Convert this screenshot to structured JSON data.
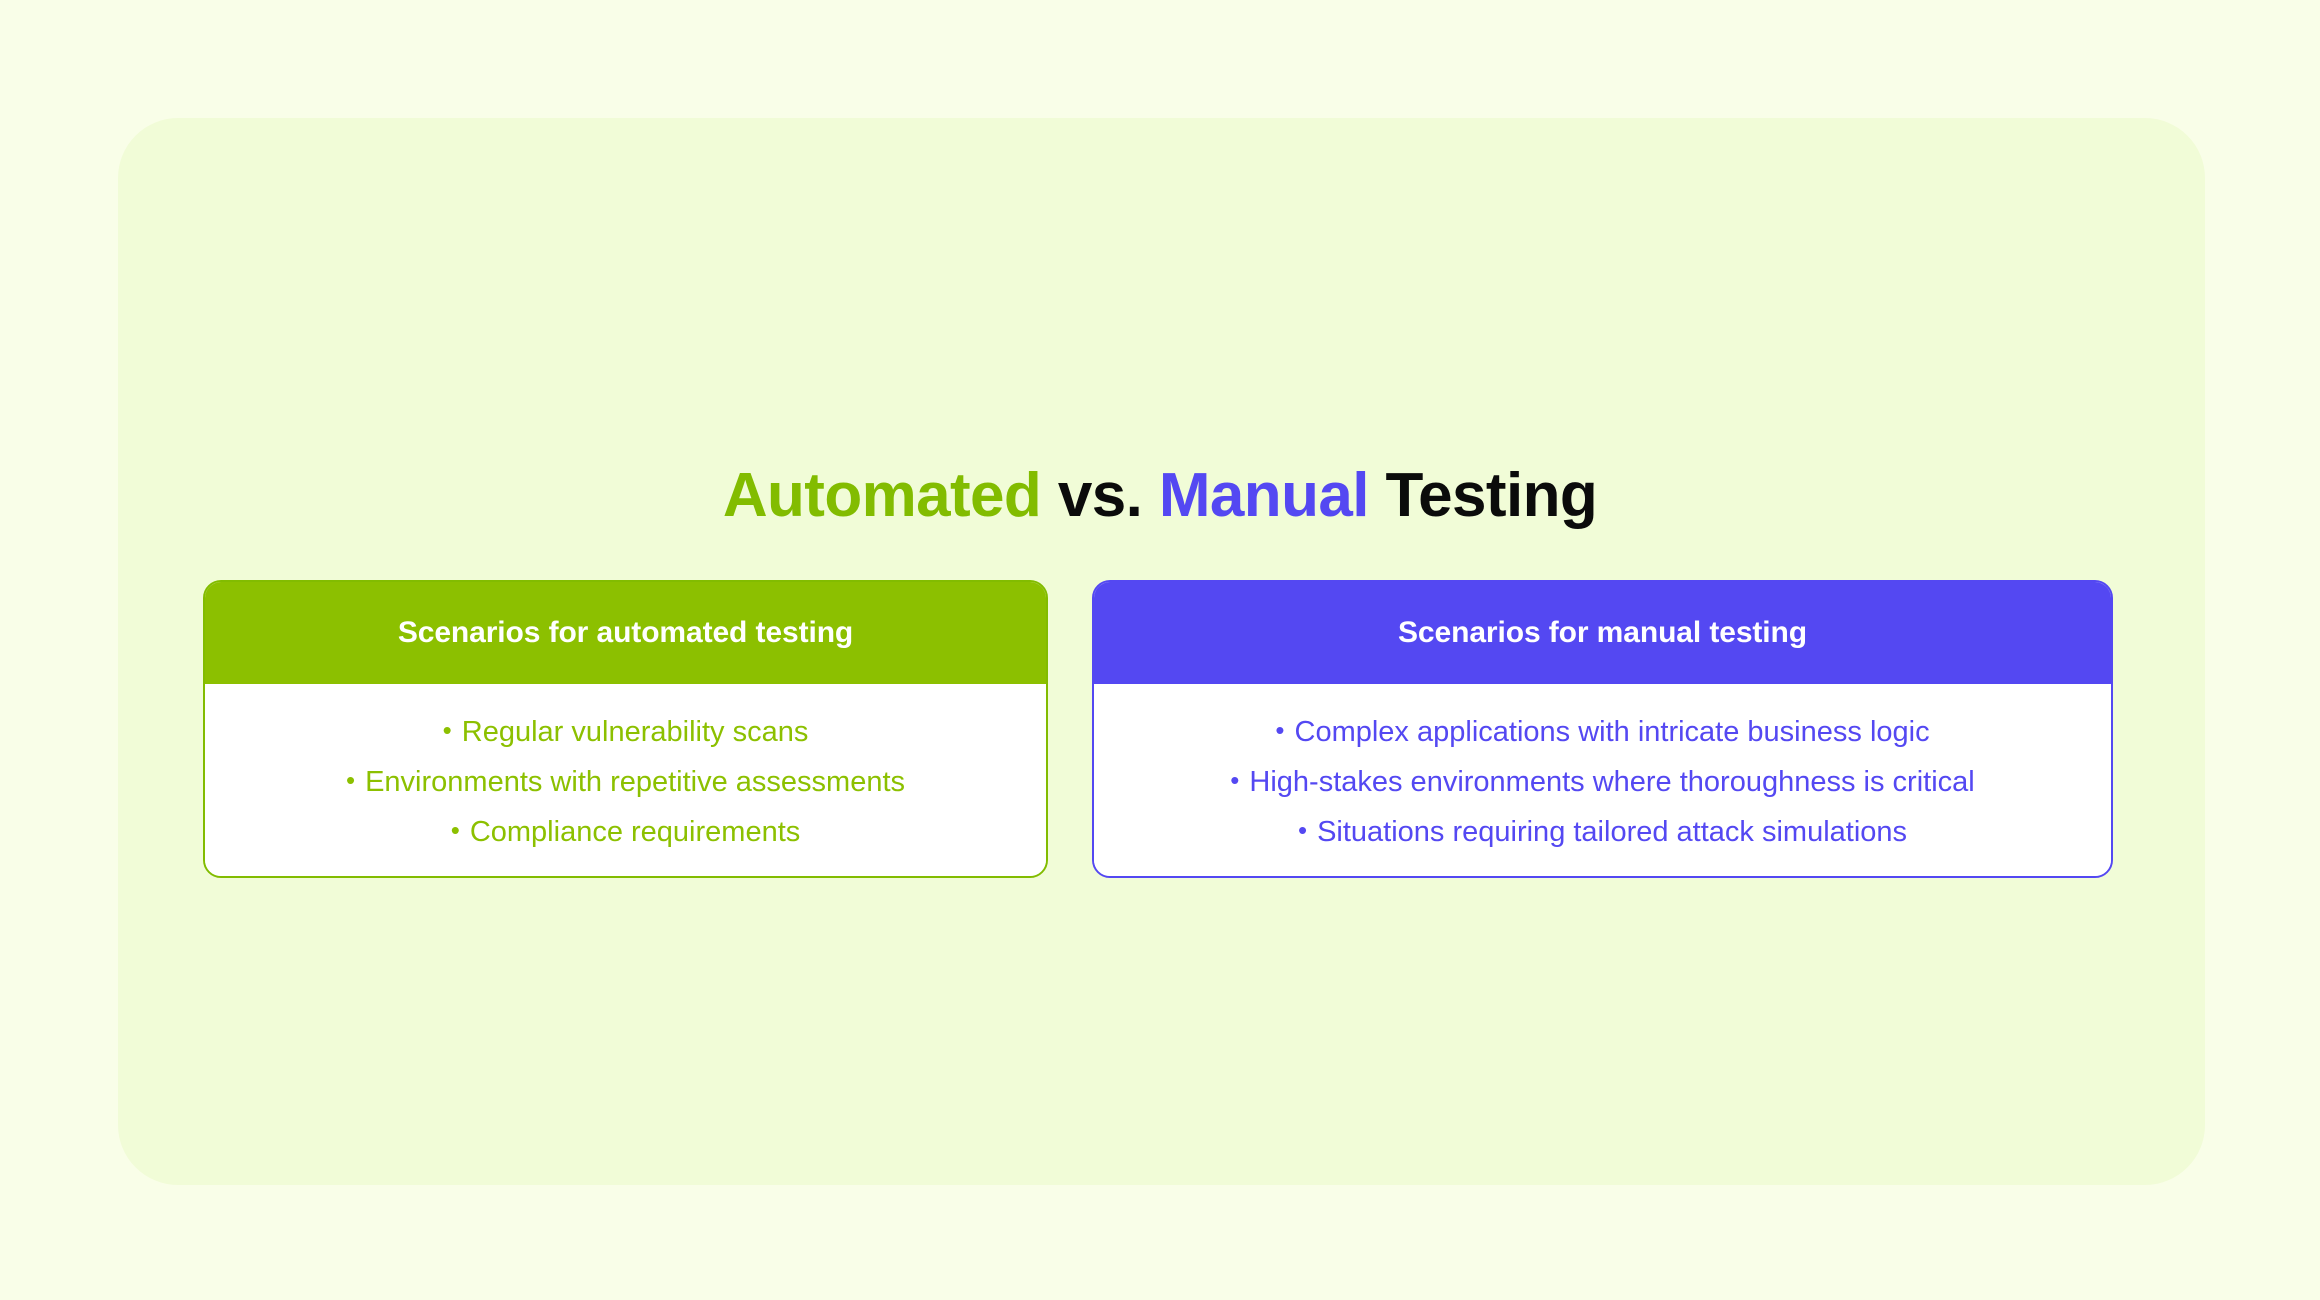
{
  "page": {
    "background_color": "#F9FEE8",
    "panel_color": "#F1FCD7"
  },
  "title": {
    "full_text": "Automated vs. Manual Testing",
    "parts": {
      "automated": "Automated",
      "vs": "vs.",
      "manual": "Manual",
      "testing": "Testing"
    },
    "colors": {
      "automated": "#82BC00",
      "vs": "#0B0B0B",
      "manual": "#5448F2",
      "testing": "#0B0B0B"
    }
  },
  "cards": [
    {
      "id": "automated",
      "header": "Scenarios for automated testing",
      "accent_color": "#8CC000",
      "text_color": "#8CC000",
      "header_text_color": "#FFFFFF",
      "body_background": "#FFFFFF",
      "bullet_glyph": "•",
      "items": [
        "Regular vulnerability scans",
        "Environments with repetitive assessments",
        "Compliance requirements"
      ]
    },
    {
      "id": "manual",
      "header": "Scenarios for manual testing",
      "accent_color": "#5448F2",
      "text_color": "#5448F2",
      "header_text_color": "#FFFFFF",
      "body_background": "#FFFFFF",
      "bullet_glyph": "•",
      "items": [
        "Complex applications with intricate business logic",
        "High-stakes environments where thoroughness is critical",
        "Situations requiring tailored attack simulations"
      ]
    }
  ]
}
